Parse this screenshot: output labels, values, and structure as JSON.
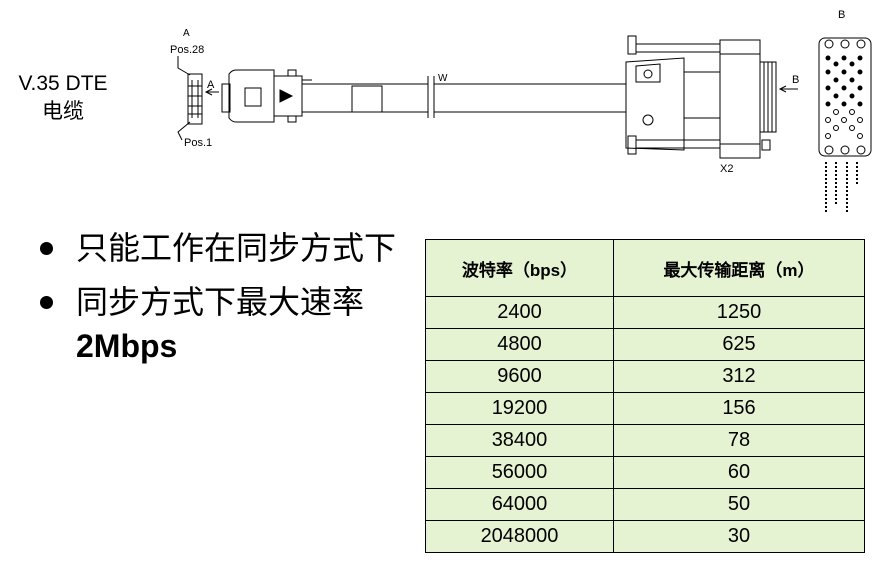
{
  "diagram": {
    "caption_line1": "V.35 DTE",
    "caption_line2": "电缆",
    "end_a_label": "A",
    "pos28_label": "Pos.28",
    "pos1_label": "Pos.1",
    "arrow_a_label": "A",
    "cable_label": "W",
    "arrow_b_label": "B",
    "connector_x2_label": "X2",
    "end_b_label": "B"
  },
  "bullets": [
    {
      "text": "只能工作在同步方式下",
      "bold": ""
    },
    {
      "text": "同步方式下最大速率",
      "bold": "2Mbps"
    }
  ],
  "table": {
    "header_rate": "波特率（bps）",
    "header_distance": "最大传输距离（m）",
    "rows": [
      {
        "rate": "2400",
        "distance": "1250"
      },
      {
        "rate": "4800",
        "distance": "625"
      },
      {
        "rate": "9600",
        "distance": "312"
      },
      {
        "rate": "19200",
        "distance": "156"
      },
      {
        "rate": "38400",
        "distance": "78"
      },
      {
        "rate": "56000",
        "distance": "60"
      },
      {
        "rate": "64000",
        "distance": "50"
      },
      {
        "rate": "2048000",
        "distance": "30"
      }
    ],
    "background": "#e6f3d2"
  }
}
